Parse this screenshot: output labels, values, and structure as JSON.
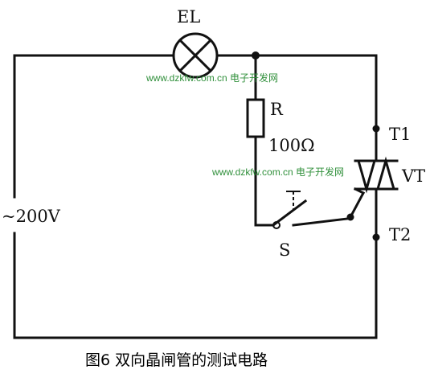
{
  "labels": {
    "lamp": "EL",
    "resistor": "R",
    "resistance_value": "100Ω",
    "terminal_1": "T1",
    "triac": "VT",
    "switch": "S",
    "terminal_2": "T2",
    "source": "~200V"
  },
  "watermarks": [
    "www.dzkfw.com.cn 电子开发网",
    "www.dzkfw.com.cn 电子开发网"
  ],
  "caption": "图6 双向晶闸管的测试电路",
  "colors": {
    "wire": "#111111",
    "watermark": "#2f8f3a",
    "background": "#ffffff"
  }
}
